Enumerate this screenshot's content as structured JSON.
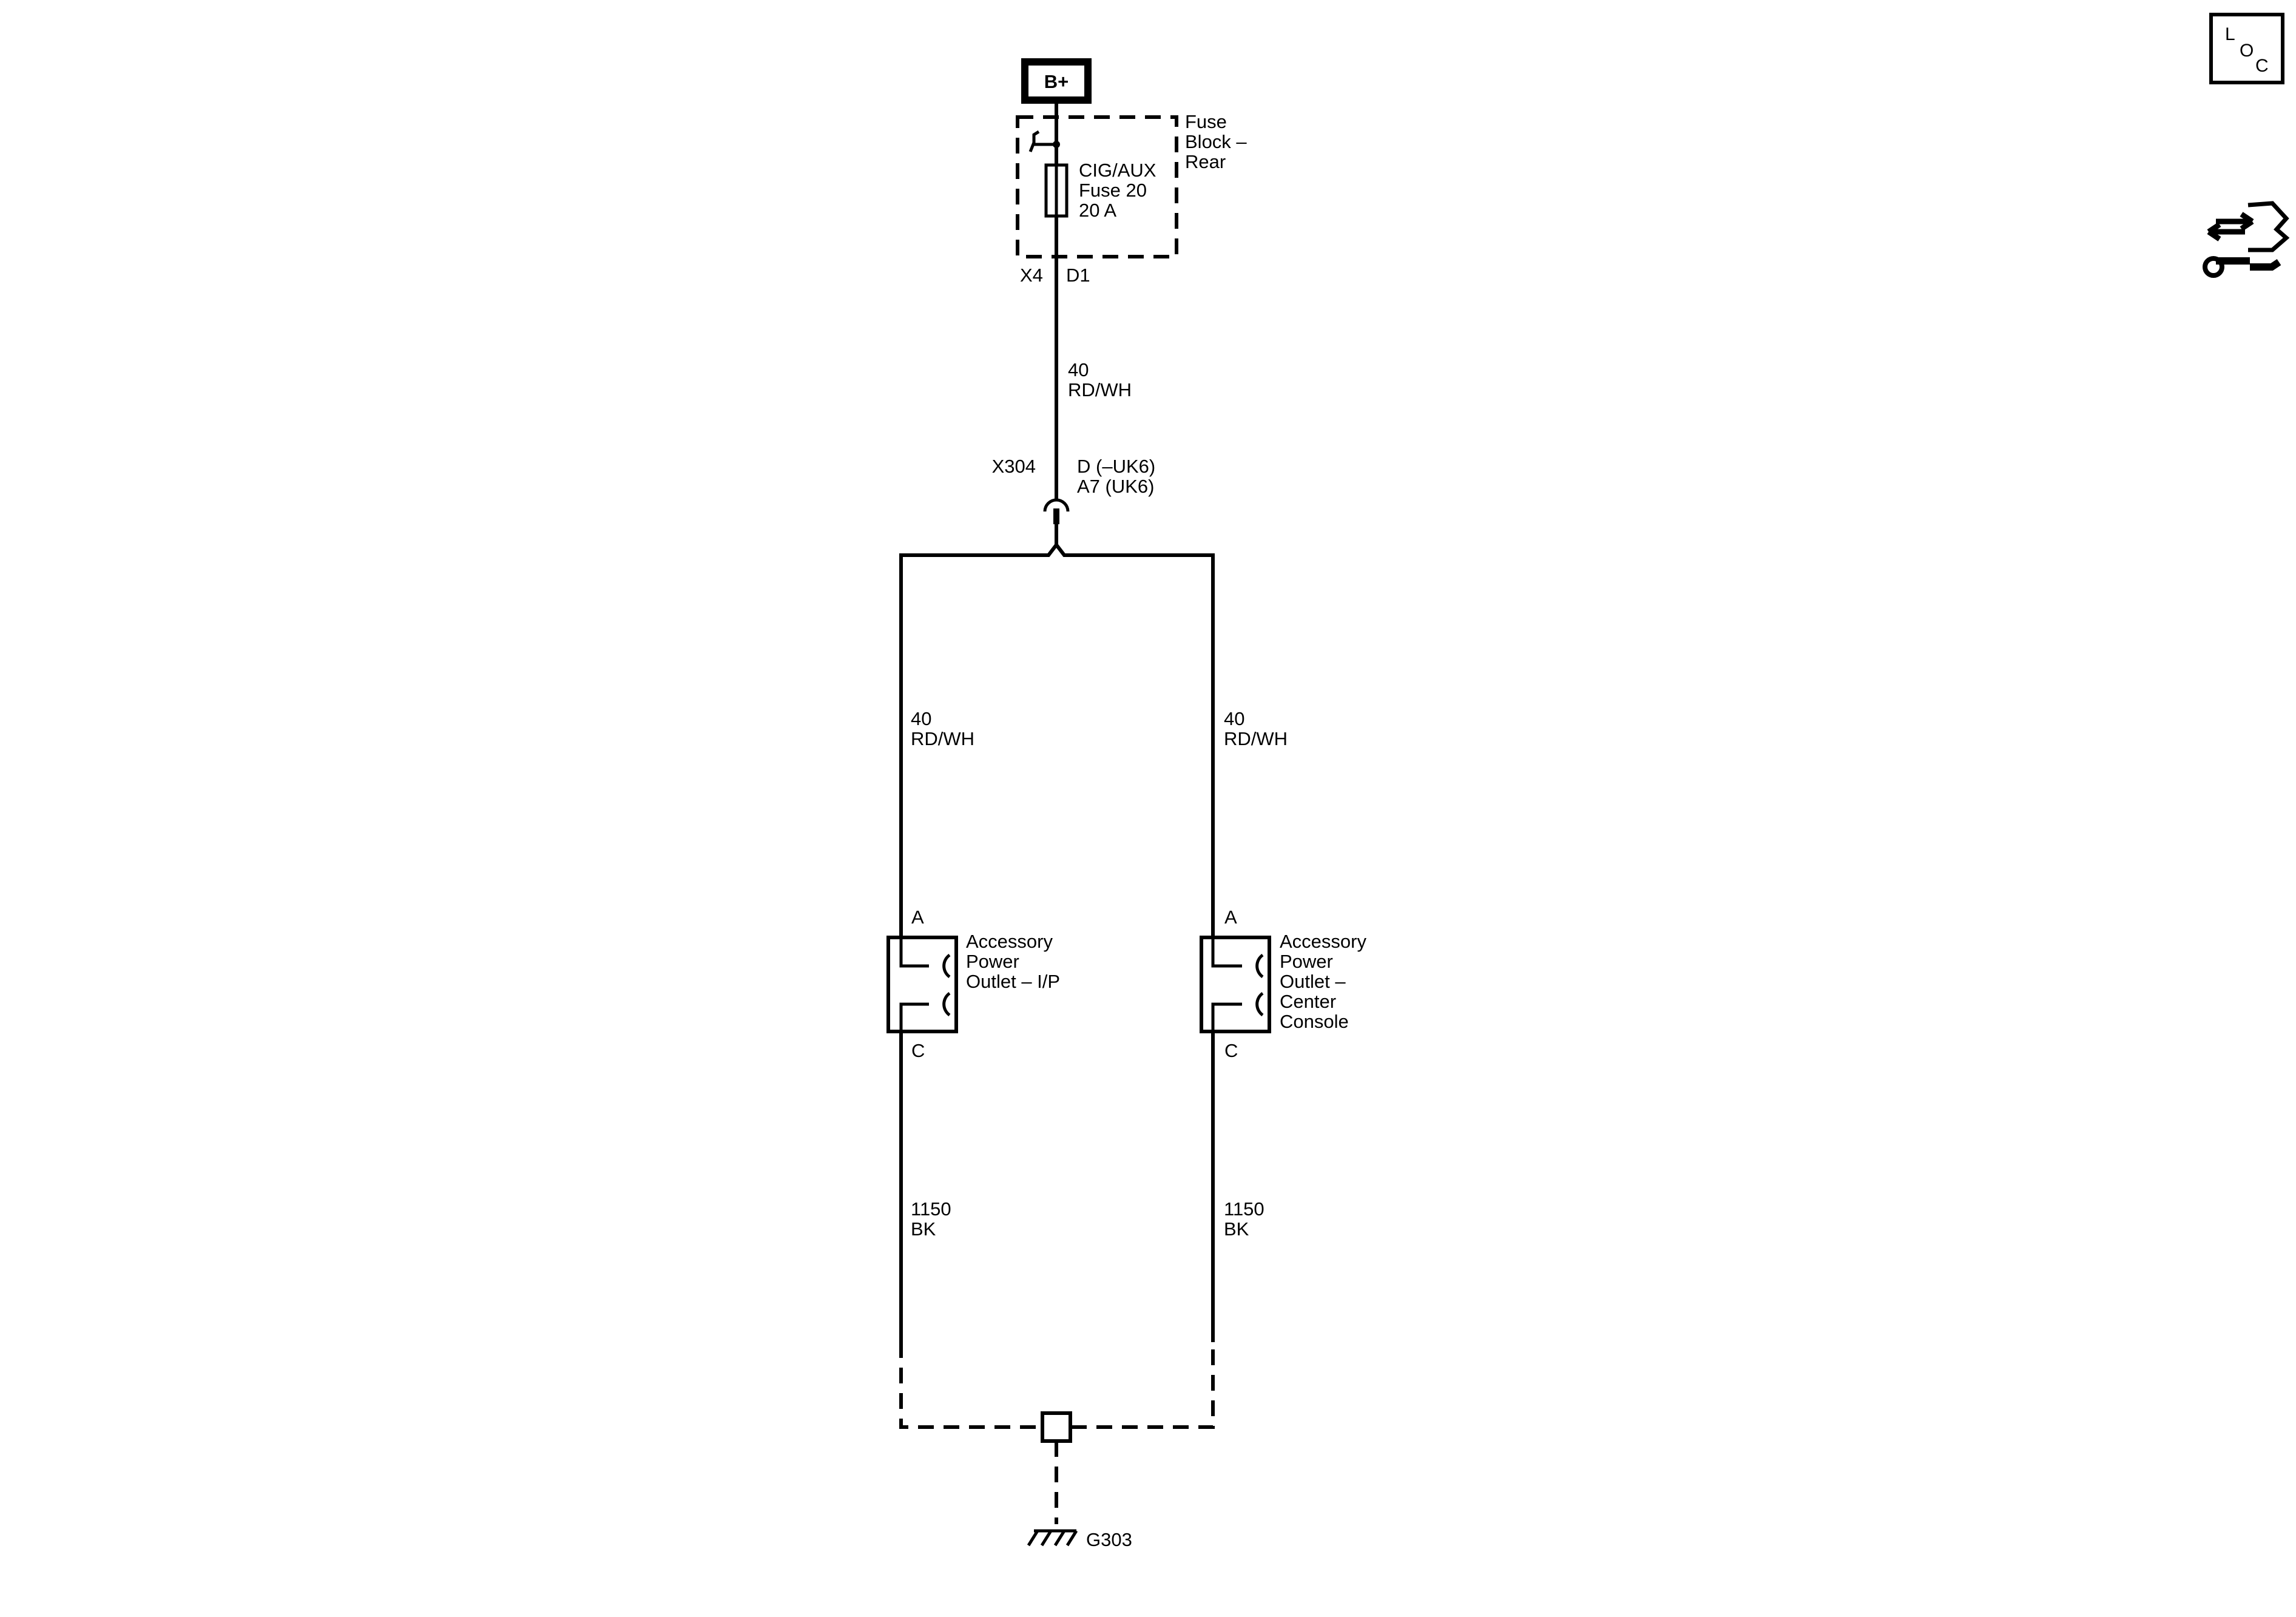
{
  "power": {
    "label": "B+"
  },
  "fuse_block": {
    "name_lines": [
      "Fuse",
      "Block –",
      "Rear"
    ],
    "fuse_lines": [
      "CIG/AUX",
      "Fuse 20",
      "20 A"
    ],
    "connector": "X4",
    "pin": "D1"
  },
  "wire_top": {
    "gauge": "40",
    "color": "RD/WH"
  },
  "splice": {
    "connector": "X304",
    "pin_lines": [
      "D (–UK6)",
      "A7 (UK6)"
    ]
  },
  "branch_left": {
    "wire_upper": {
      "gauge": "40",
      "color": "RD/WH"
    },
    "pin_top": "A",
    "pin_bottom": "C",
    "device_lines": [
      "Accessory",
      "Power",
      "Outlet – I/P"
    ],
    "wire_lower": {
      "gauge": "1150",
      "color": "BK"
    }
  },
  "branch_right": {
    "wire_upper": {
      "gauge": "40",
      "color": "RD/WH"
    },
    "pin_top": "A",
    "pin_bottom": "C",
    "device_lines": [
      "Accessory",
      "Power",
      "Outlet –",
      "Center",
      "Console"
    ],
    "wire_lower": {
      "gauge": "1150",
      "color": "BK"
    }
  },
  "ground": {
    "label": "G303"
  },
  "loc_icon": {
    "letters": [
      "L",
      "O",
      "C"
    ],
    "icon": "location-icon"
  },
  "nav_icon": {
    "icon": "connector-tool-icon"
  }
}
